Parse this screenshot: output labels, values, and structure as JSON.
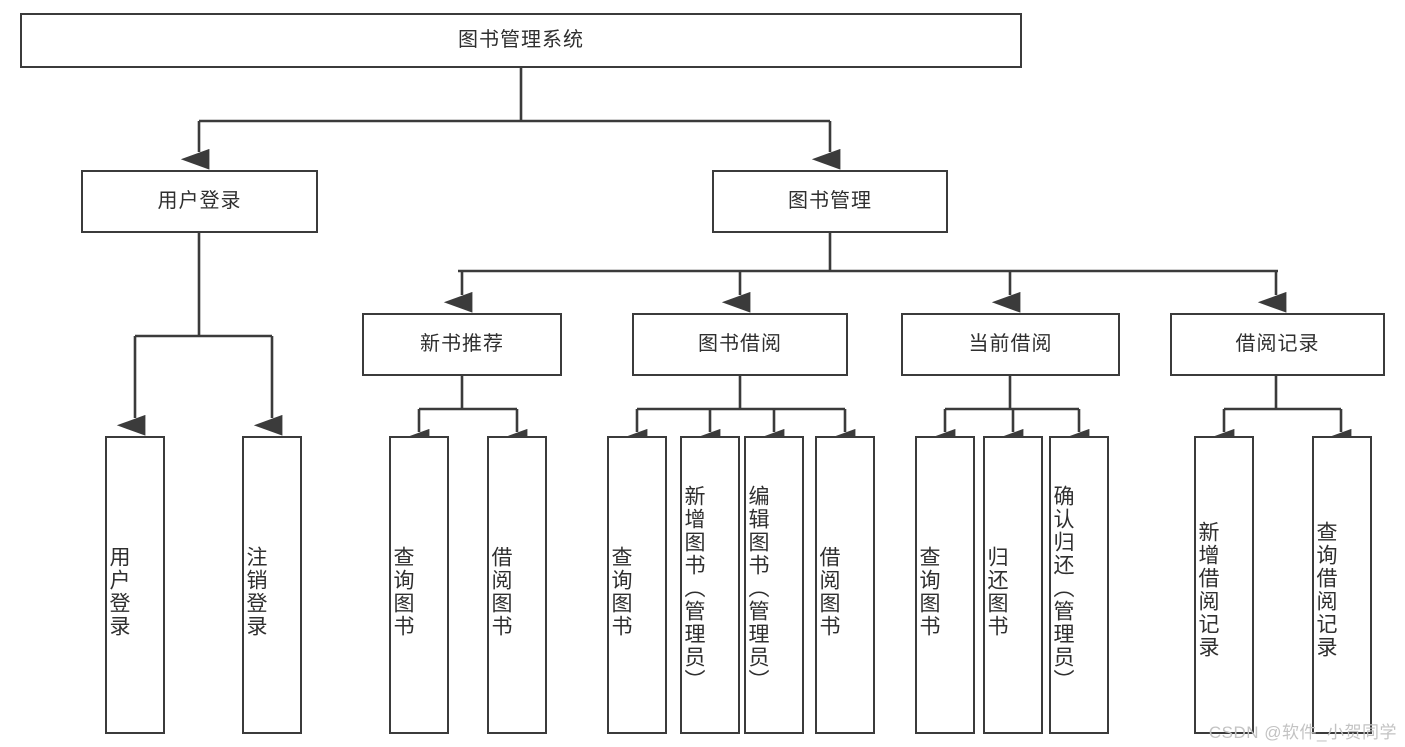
{
  "diagram": {
    "type": "tree",
    "title": "图书管理系统",
    "root": {
      "id": "root",
      "label": "图书管理系统"
    },
    "level1": [
      {
        "id": "user-login",
        "label": "用户登录"
      },
      {
        "id": "book-manage",
        "label": "图书管理"
      }
    ],
    "level2": [
      {
        "id": "new-book-rec",
        "label": "新书推荐",
        "parent": "book-manage"
      },
      {
        "id": "book-borrow",
        "label": "图书借阅",
        "parent": "book-manage"
      },
      {
        "id": "current-borrow",
        "label": "当前借阅",
        "parent": "book-manage"
      },
      {
        "id": "borrow-record",
        "label": "借阅记录",
        "parent": "book-manage"
      }
    ],
    "leaves": [
      {
        "id": "leaf-user-login",
        "label": "用户登录",
        "parent": "user-login"
      },
      {
        "id": "leaf-logout-login",
        "label": "注销登录",
        "parent": "user-login"
      },
      {
        "id": "leaf-query-book-1",
        "label": "查询图书",
        "parent": "new-book-rec"
      },
      {
        "id": "leaf-borrow-book-1",
        "label": "借阅图书",
        "parent": "new-book-rec"
      },
      {
        "id": "leaf-query-book-2",
        "label": "查询图书",
        "parent": "book-borrow"
      },
      {
        "id": "leaf-add-book",
        "label": "新增图书（管理员）",
        "parent": "book-borrow"
      },
      {
        "id": "leaf-edit-book",
        "label": "编辑图书（管理员）",
        "parent": "book-borrow"
      },
      {
        "id": "leaf-borrow-book-2",
        "label": "借阅图书",
        "parent": "book-borrow"
      },
      {
        "id": "leaf-query-book-3",
        "label": "查询图书",
        "parent": "current-borrow"
      },
      {
        "id": "leaf-return-book",
        "label": "归还图书",
        "parent": "current-borrow"
      },
      {
        "id": "leaf-confirm-return",
        "label": "确认归还（管理员）",
        "parent": "current-borrow"
      },
      {
        "id": "leaf-add-record",
        "label": "新增借阅记录",
        "parent": "borrow-record"
      },
      {
        "id": "leaf-query-record",
        "label": "查询借阅记录",
        "parent": "borrow-record"
      }
    ],
    "colors": {
      "stroke": "#3b3b3b",
      "text": "#2f2f2f",
      "background": "#ffffff",
      "watermark": "#c3c3c3"
    }
  },
  "watermark": {
    "text": "CSDN @软件_小贺同学"
  }
}
